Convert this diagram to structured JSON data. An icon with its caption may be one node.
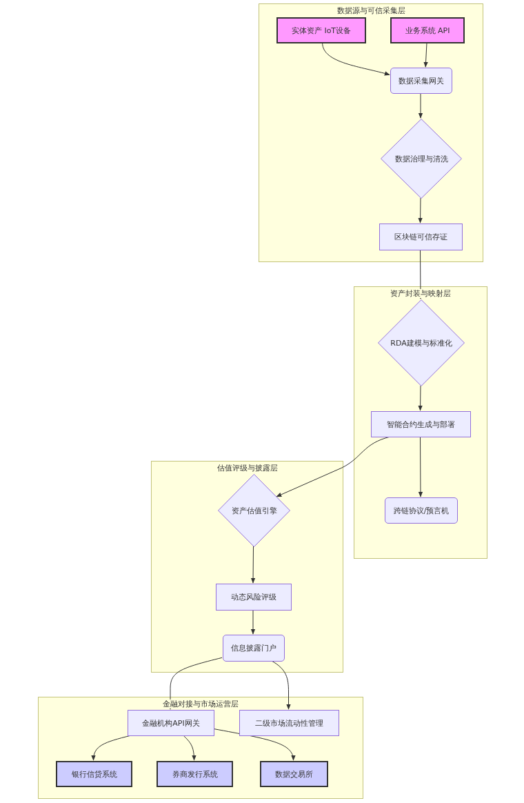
{
  "diagram": {
    "nodes": [
      {
        "text": [
          "数据源与可信采集层"
        ]
      },
      {
        "text": [
          "实体资产 IoT设备"
        ],
        "in": 0
      },
      {
        "text": [
          "业务系统 API"
        ],
        "in": 0
      },
      {
        "text": [
          "数据采集网关"
        ],
        "in": 0
      },
      {
        "text": [
          "数据治理与清洗"
        ],
        "in": 0
      },
      {
        "text": [
          "区块链可信存证"
        ],
        "in": 0
      },
      {
        "text": [
          "资产封装与映射层"
        ]
      },
      {
        "text": [
          "RDA建模与标准化"
        ],
        "in": 6
      },
      {
        "text": [
          "智能合约生成与部署"
        ],
        "in": 6
      },
      {
        "text": [
          "跨链协议/预言机"
        ],
        "in": 6
      },
      {
        "text": [
          "估值评级与披露层"
        ]
      },
      {
        "text": [
          "资产估值引擎"
        ],
        "in": 10
      },
      {
        "text": [
          "动态风险评级"
        ],
        "in": 10
      },
      {
        "text": [
          "信息披露门户"
        ],
        "in": 10
      },
      {
        "text": [
          "金融对接与市场运营层"
        ]
      },
      {
        "text": [
          "金融机构API网关"
        ],
        "in": 14
      },
      {
        "text": [
          "二级市场流动性管理"
        ],
        "in": 14
      },
      {
        "text": [
          "银行信贷系统"
        ],
        "in": 14
      },
      {
        "text": [
          "券商发行系统"
        ],
        "in": 14
      },
      {
        "text": [
          "数据交易所"
        ],
        "in": 14
      }
    ],
    "edges": [
      {
        "from": 1,
        "to": 3,
        "arrow": "to"
      },
      {
        "from": 2,
        "to": 3,
        "arrow": "to"
      },
      {
        "from": 3,
        "to": 4,
        "arrow": "to"
      },
      {
        "from": 4,
        "to": 5,
        "arrow": "to"
      },
      {
        "from": 5,
        "to": 7,
        "arrow": "to"
      },
      {
        "from": 7,
        "to": 8,
        "arrow": "to"
      },
      {
        "from": 8,
        "to": 11,
        "arrow": "to"
      },
      {
        "from": 8,
        "to": 9,
        "arrow": "to"
      },
      {
        "from": 11,
        "to": 12,
        "arrow": "to"
      },
      {
        "from": 12,
        "to": 13,
        "arrow": "to"
      },
      {
        "from": 13,
        "to": 15,
        "arrow": "to"
      },
      {
        "from": 13,
        "to": 16,
        "arrow": "to"
      },
      {
        "from": 15,
        "to": 17,
        "arrow": "to"
      },
      {
        "from": 15,
        "to": 18,
        "arrow": "to"
      },
      {
        "from": 15,
        "to": 19,
        "arrow": "to"
      }
    ]
  }
}
